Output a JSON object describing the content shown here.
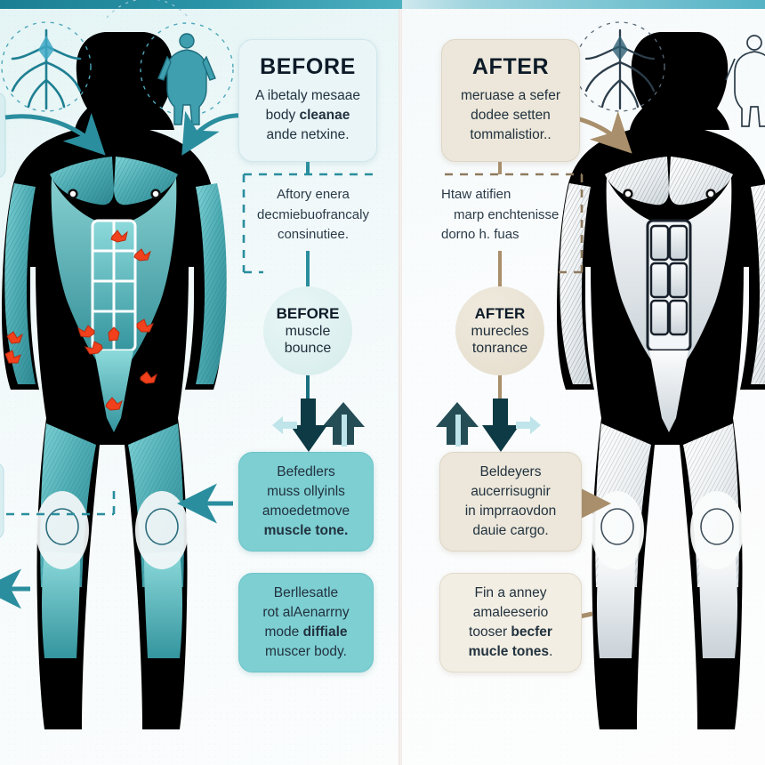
{
  "meta": {
    "layout": "two-panel before-after anatomical infographic",
    "left_panel_label": "BEFORE",
    "right_panel_label": "AFTER",
    "accent_teal": "#2a93a6",
    "accent_deep_teal": "#0f6d80",
    "accent_tan": "#a98f6b",
    "muscle_teal": "#5bb8bd",
    "inflammation_red": "#f0411c",
    "body_black": "#000000",
    "card_left_top_bg": "#e9f5f7",
    "card_left_bottom_bg": "#7dcfd2",
    "card_right_top_bg": "#ece7da",
    "card_right_bottom_bg": "#f2eee3"
  },
  "left": {
    "header_card": {
      "title": "BEFORE",
      "line1": "A ibetaly mesaae",
      "line2_pre": "body ",
      "line2_strong": "cleanae",
      "line3": "andе netxine."
    },
    "note": {
      "line1": "Aftory enera",
      "line2": "decmiebuofrancaly",
      "line3": "consinutiee."
    },
    "circle": {
      "title": "BEFORE",
      "line1": "muscle",
      "line2": "bounce"
    },
    "card_mid": {
      "line1": "Befedlers",
      "line2": "muss  ollyinls",
      "line3": "amoedetmove",
      "line4": "muscle tone."
    },
    "card_bottom": {
      "line1": "Berllesatle",
      "line2": "rot alAenarrny",
      "line3_pre": "mode ",
      "line3_strong": "diffiale",
      "line4": "muscer body."
    },
    "icons": {
      "spine_badge": "nervous-system-icon",
      "body_badge": "muscle-body-icon"
    }
  },
  "right": {
    "header_card": {
      "title": "AFTER",
      "line1": "meruase a sefer",
      "line2": "dodee setten",
      "line3": "tommalistior.."
    },
    "note": {
      "line1": "Htaw atifien",
      "line2": "marp enchtenisse",
      "line3": "dorno h. fuas"
    },
    "circle": {
      "title": "AFTER",
      "line1": "murecles",
      "line2": "tonrance"
    },
    "card_mid": {
      "line1": "Beldeyers",
      "line2": "aucerrisugnir",
      "line3": "in imprraovdon",
      "line4": "dauie cargo."
    },
    "card_bottom": {
      "line1": "Fin a anney",
      "line2": "amaleeserio",
      "line3_pre": "tooser ",
      "line3_strong": "becfer",
      "line4_strong": "mucle tones",
      "line4_post": "."
    },
    "icons": {
      "spine_badge": "nervous-system-icon",
      "body_badge": "muscle-body-outline-icon"
    }
  }
}
